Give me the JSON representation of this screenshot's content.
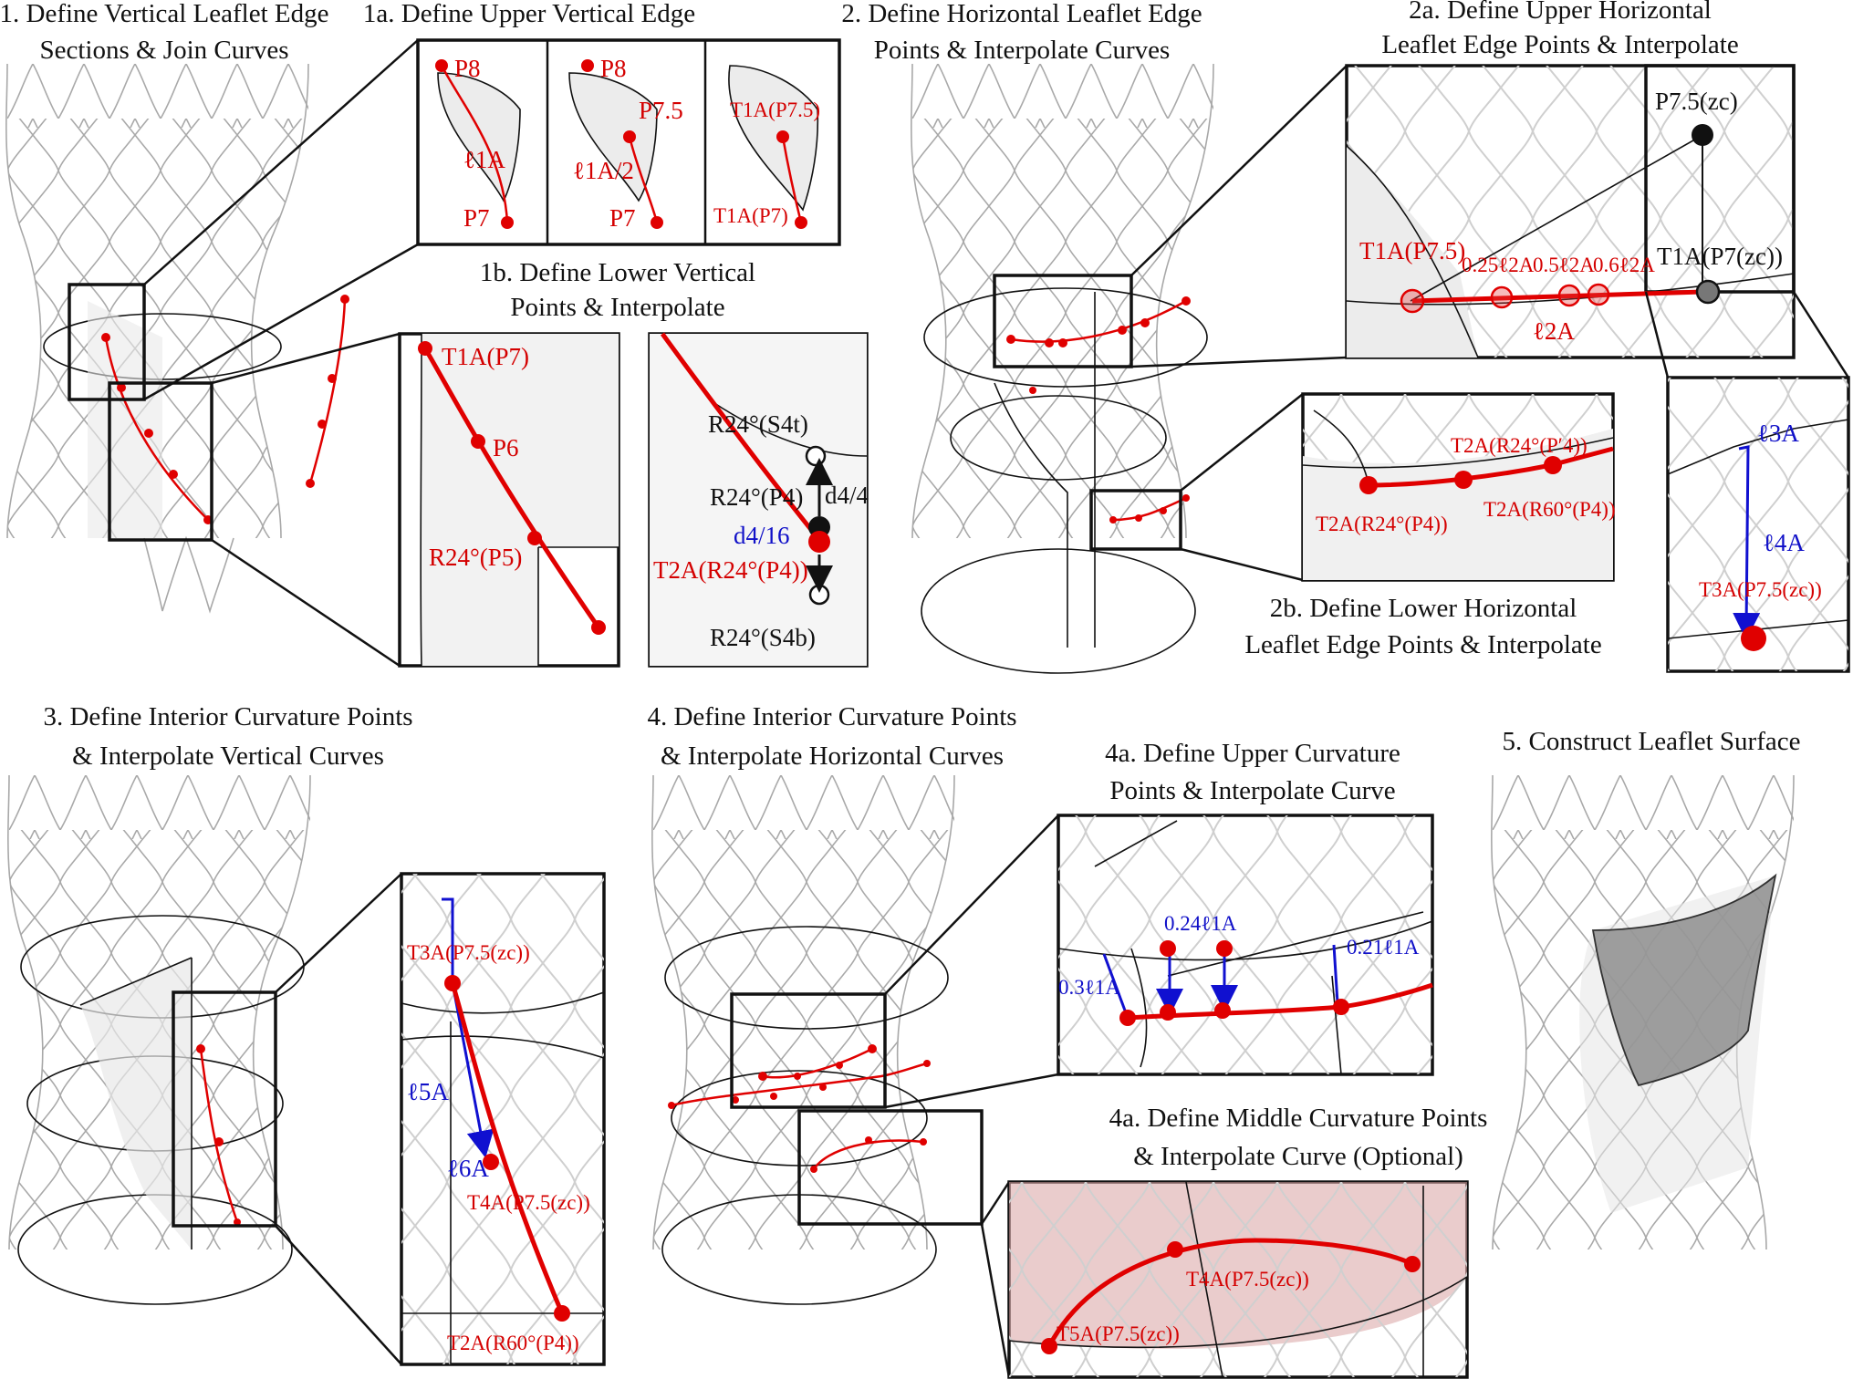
{
  "panels": {
    "p1": {
      "title_line1": "1. Define Vertical Leaflet Edge",
      "title_line2": "Sections & Join Curves"
    },
    "p1a": {
      "title": "1a. Define Upper Vertical Edge"
    },
    "p1b": {
      "title_line1": "1b. Define Lower Vertical",
      "title_line2": "Points & Interpolate"
    },
    "p2": {
      "title_line1": "2. Define Horizontal Leaflet Edge",
      "title_line2": "Points & Interpolate Curves"
    },
    "p2a": {
      "title_line1": "2a. Define Upper Horizontal",
      "title_line2": "Leaflet Edge Points & Interpolate"
    },
    "p2b": {
      "title_line1": "2b. Define Lower Horizontal",
      "title_line2": "Leaflet Edge Points & Interpolate"
    },
    "p3": {
      "title_line1": "3. Define Interior Curvature Points",
      "title_line2": "& Interpolate Vertical Curves"
    },
    "p4": {
      "title_line1": "4. Define Interior Curvature Points",
      "title_line2": "& Interpolate Horizontal Curves"
    },
    "p4a": {
      "title_line1": "4a. Define Upper Curvature",
      "title_line2": "Points & Interpolate Curve"
    },
    "p4b": {
      "title_line1": "4a. Define Middle Curvature Points",
      "title_line2": "& Interpolate Curve (Optional)"
    },
    "p5": {
      "title": "5. Construct Leaflet Surface"
    }
  },
  "labels": {
    "p8": "P8",
    "p7": "P7",
    "p75": "P7.5",
    "l1a": "ℓ1A",
    "l1a_half": "ℓ1A/2",
    "t1a_p75": "T1A(P7.5)",
    "t1a_p7": "T1A(P7)",
    "p6": "P6",
    "r24_p5": "R24°(P5)",
    "r24_s4t": "R24°(S4t)",
    "r24_p4": "R24°(P4)",
    "d4_4": "d4/4",
    "d4_16": "d4/16",
    "t2a_r24_p4": "T2A(R24°(P4))",
    "r24_s4b": "R24°(S4b)",
    "p75_zc": "P7.5(zc)",
    "t1a_p7_zc": "T1A(P7(zc))",
    "frac_025": "0.25ℓ2A",
    "frac_05": "0.5ℓ2A",
    "frac_06": "0.6ℓ2A",
    "l2a": "ℓ2A",
    "l3a": "ℓ3A",
    "l4a": "ℓ4A",
    "t3a_p75_zc": "T3A(P7.5(zc))",
    "t2a_r24_p4_prime": "T2A(R24°(P′4))",
    "t2a_r60_p4": "T2A(R60°(P4))",
    "l5a": "ℓ5A",
    "l6a": "ℓ6A",
    "t4a_p75_zc": "T4A(P7.5(zc))",
    "t2a_r60_p4_b": "T2A(R60°(P4))",
    "f024": "0.24ℓ1A",
    "f03": "0.3ℓ1A",
    "f021": "0.21ℓ1A",
    "t5a_p75_zc": "T5A(P7.5(zc))"
  },
  "colors": {
    "curve": "#e00000",
    "measure": "#1010d0",
    "mesh": "#a8a8a8",
    "outline": "#111111",
    "highlight": "#d9a3a3"
  }
}
